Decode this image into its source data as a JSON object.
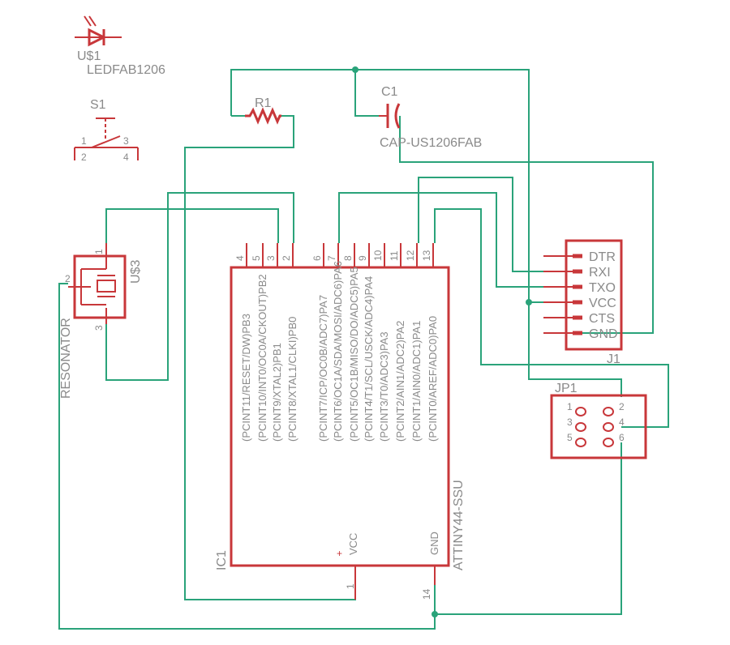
{
  "parts": {
    "led": {
      "name": "U$1",
      "value": "LEDFAB1206"
    },
    "switch": {
      "name": "S1",
      "pins": [
        "1",
        "2",
        "3",
        "4"
      ]
    },
    "resistor": {
      "name": "R1"
    },
    "capacitor": {
      "name": "C1",
      "value": "CAP-US1206FAB"
    },
    "resonator": {
      "name": "U$3",
      "value": "RESONATOR",
      "pins": [
        "1",
        "2",
        "3"
      ]
    },
    "mcu": {
      "name": "IC1",
      "value": "ATTINY44-SSU",
      "top_pins": [
        {
          "num": "4",
          "func": "(PCINT11/RESET/DW)PB3"
        },
        {
          "num": "5",
          "func": "(PCINT10/INT0/OC0A/CKOUT)PB2"
        },
        {
          "num": "3",
          "func": "(PCINT9/XTAL2)PB1"
        },
        {
          "num": "2",
          "func": "(PCINT8/XTAL1/CLKI)PB0"
        },
        {
          "num": "6",
          "func": "(PCINT7/ICP/OC0B/ADC7)PA7"
        },
        {
          "num": "7",
          "func": "(PCINT6/OC1A/SDA/MOSI/ADC6)PA6"
        },
        {
          "num": "8",
          "func": "(PCINT5/OC1B/MISO/DO/ADC5)PA5"
        },
        {
          "num": "9",
          "func": "(PCINT4/T1/SCL/USCK/ADC4)PA4"
        },
        {
          "num": "10",
          "func": "(PCINT3/T0/ADC3)PA3"
        },
        {
          "num": "11",
          "func": "(PCINT2/AIN1/ADC2)PA2"
        },
        {
          "num": "12",
          "func": "(PCINT1/AIN0/ADC1)PA1"
        },
        {
          "num": "13",
          "func": "(PCINT0/AREF/ADC0)PA0"
        }
      ],
      "bottom_pins": [
        {
          "num": "1",
          "func": "VCC"
        },
        {
          "num": "14",
          "func": "GND"
        }
      ]
    },
    "ftdi": {
      "name": "J1",
      "pins": [
        "DTR",
        "RXI",
        "TXO",
        "VCC",
        "CTS",
        "GND"
      ]
    },
    "isp": {
      "name": "JP1",
      "pins": [
        "1",
        "2",
        "3",
        "4",
        "5",
        "6"
      ]
    }
  }
}
